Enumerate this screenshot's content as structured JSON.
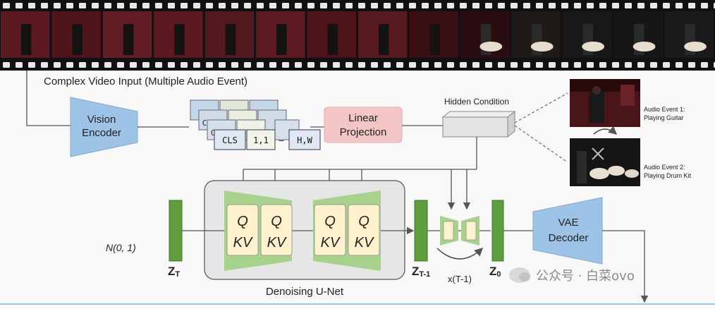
{
  "labels": {
    "input": "Complex Video Input (Multiple Audio Event)",
    "vision_encoder": [
      "Vision",
      "Encoder"
    ],
    "linear_projection": [
      "Linear",
      "Projection"
    ],
    "hidden_condition": "Hidden Condition",
    "event1": [
      "Audio Event 1:",
      "Playing Guitar"
    ],
    "event2": [
      "Audio Event 2:",
      "Playing Drum Kit"
    ],
    "noise": "N(0, 1)",
    "qkv_q": "Q",
    "qkv_kv": "KV",
    "unet": "Denoising U-Net",
    "repeat": "x(T-1)",
    "vae_decoder": [
      "VAE",
      "Decoder"
    ],
    "z_base": "Z",
    "z_t_sub": "T",
    "z_t1_sub": "T-1",
    "z_0_sub": "0"
  },
  "tokens": {
    "cls": "CLS",
    "first": "1,1",
    "dash": "–",
    "last": "H,W",
    "partial": "C"
  },
  "watermark": "公众号 · 白菜ovo",
  "colors": {
    "encoder": "#9dc3e6",
    "projection": "#f4c7c6",
    "unet_bg": "#e6e6e6",
    "trap": "#a9d18e",
    "qkv": "#fff2cc",
    "z_bar": "#5e9e3e"
  }
}
